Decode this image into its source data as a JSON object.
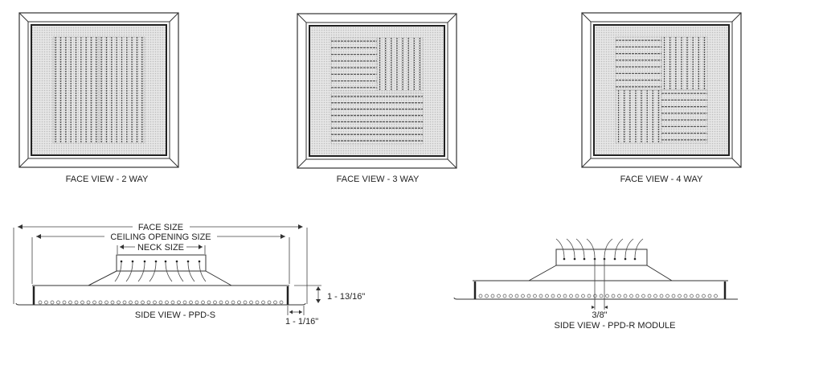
{
  "face_views": [
    {
      "label": "FACE VIEW - 2 WAY",
      "pattern": "2-way"
    },
    {
      "label": "FACE VIEW - 3 WAY",
      "pattern": "3-way"
    },
    {
      "label": "FACE VIEW - 4 WAY",
      "pattern": "4-way"
    }
  ],
  "side_view_s": {
    "face_size": "FACE SIZE",
    "ceiling_opening_size": "CEILING OPENING SIZE",
    "neck_size": "NECK SIZE",
    "height_dim": "1 - 13/16\"",
    "flange_dim": "1 - 1/16\"",
    "label": "SIDE VIEW - PPD-S"
  },
  "side_view_r": {
    "spacing_dim": "3/8\"",
    "label": "SIDE VIEW - PPD-R MODULE"
  },
  "colors": {
    "line": "#333333",
    "panel": "#dcdcdc"
  }
}
